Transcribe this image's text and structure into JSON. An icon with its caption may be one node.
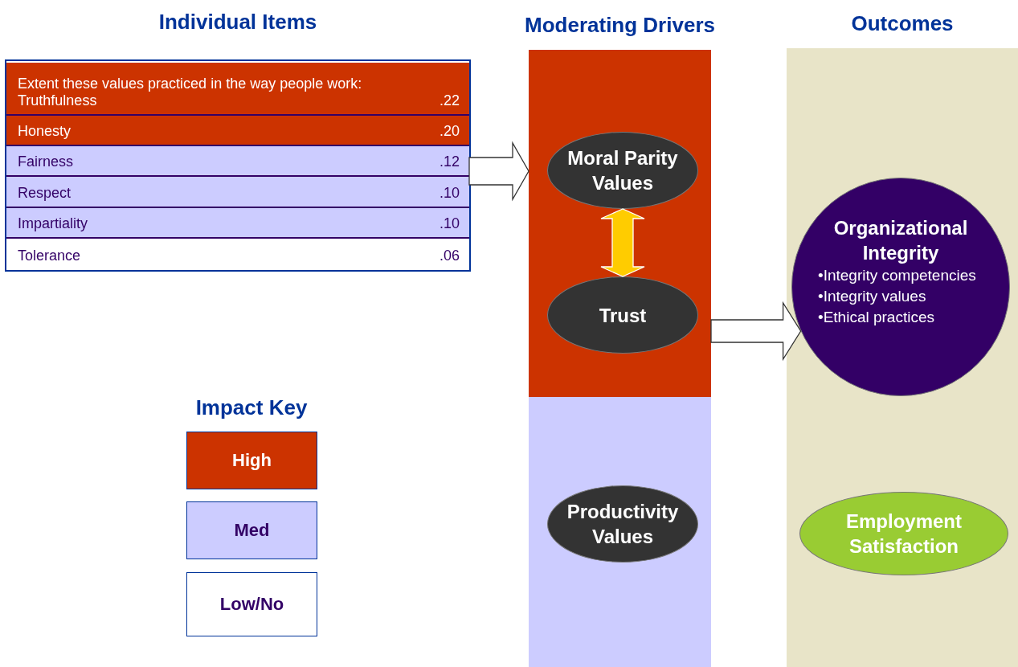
{
  "diagram": {
    "nodes": [
      {
        "text": [
          "Individual Items"
        ]
      },
      {
        "text": [
          "Extent these values practiced in the way people work: Truthfulness",
          ".22"
        ],
        "in": 0
      },
      {
        "text": [
          "Honesty",
          ".20"
        ],
        "in": 0
      },
      {
        "text": [
          "Fairness",
          ".12"
        ],
        "in": 0
      },
      {
        "text": [
          "Respect",
          ".10"
        ],
        "in": 0
      },
      {
        "text": [
          "Impartiality",
          ".10"
        ],
        "in": 0
      },
      {
        "text": [
          "Tolerance",
          ".06"
        ],
        "in": 0
      },
      {
        "text": [
          "Moderating Drivers"
        ]
      },
      {
        "text": [],
        "shape": "box",
        "in": 7
      },
      {
        "text": [
          "Moral Parity Values"
        ],
        "in": 8
      },
      {
        "text": [
          "Trust"
        ],
        "in": 8
      },
      {
        "text": [],
        "shape": "box",
        "in": 7
      },
      {
        "text": [
          "Productivity Values"
        ],
        "in": 11
      },
      {
        "text": [
          "Outcomes"
        ]
      },
      {
        "text": [
          "Organizational Integrity",
          "•Integrity competencies",
          "•Integrity values",
          "•Ethical practices"
        ],
        "in": 13
      },
      {
        "text": [
          "Employment Satisfaction"
        ],
        "in": 13
      }
    ],
    "edges": [
      {
        "from": 0,
        "to": 8,
        "arrow": "to"
      },
      {
        "from": 9,
        "to": 10,
        "arrow": "both",
        "color": "#ffcc00"
      },
      {
        "from": 8,
        "to": 14,
        "arrow": "to"
      }
    ],
    "labels": [
      "Impact Key"
    ],
    "legend": [
      {
        "text": "High",
        "color": "#cc3300"
      },
      {
        "text": "Med",
        "color": "#ccccff"
      },
      {
        "text": "Low/No",
        "color": "#ffffff"
      }
    ]
  }
}
